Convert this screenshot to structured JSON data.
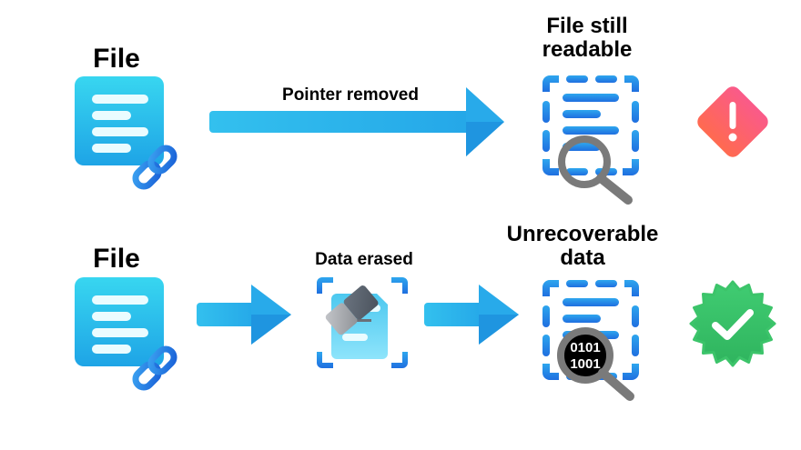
{
  "diagram": {
    "rows": [
      {
        "name": "delete-row",
        "source_label": "File",
        "arrow_label": "Pointer removed",
        "result_label_lines": [
          "File still",
          "readable"
        ],
        "outcome_icon": "warning-diamond-icon",
        "outcome": "warning"
      },
      {
        "name": "erase-row",
        "source_label": "File",
        "middle_label": "Data erased",
        "result_label_lines": [
          "Unrecoverable",
          "data"
        ],
        "magnifier_text_lines": [
          "0101",
          "1001"
        ],
        "outcome_icon": "verified-check-badge-icon",
        "outcome": "success"
      }
    ],
    "colors": {
      "file_blue": "#2ab8ec",
      "arrow_blue": "#2fb6ec",
      "dashed_blue": "#2b8ae6",
      "warning_red": "#fa5a78",
      "success_green": "#3cc46a",
      "magnifier_gray": "#7a7a7a"
    }
  }
}
